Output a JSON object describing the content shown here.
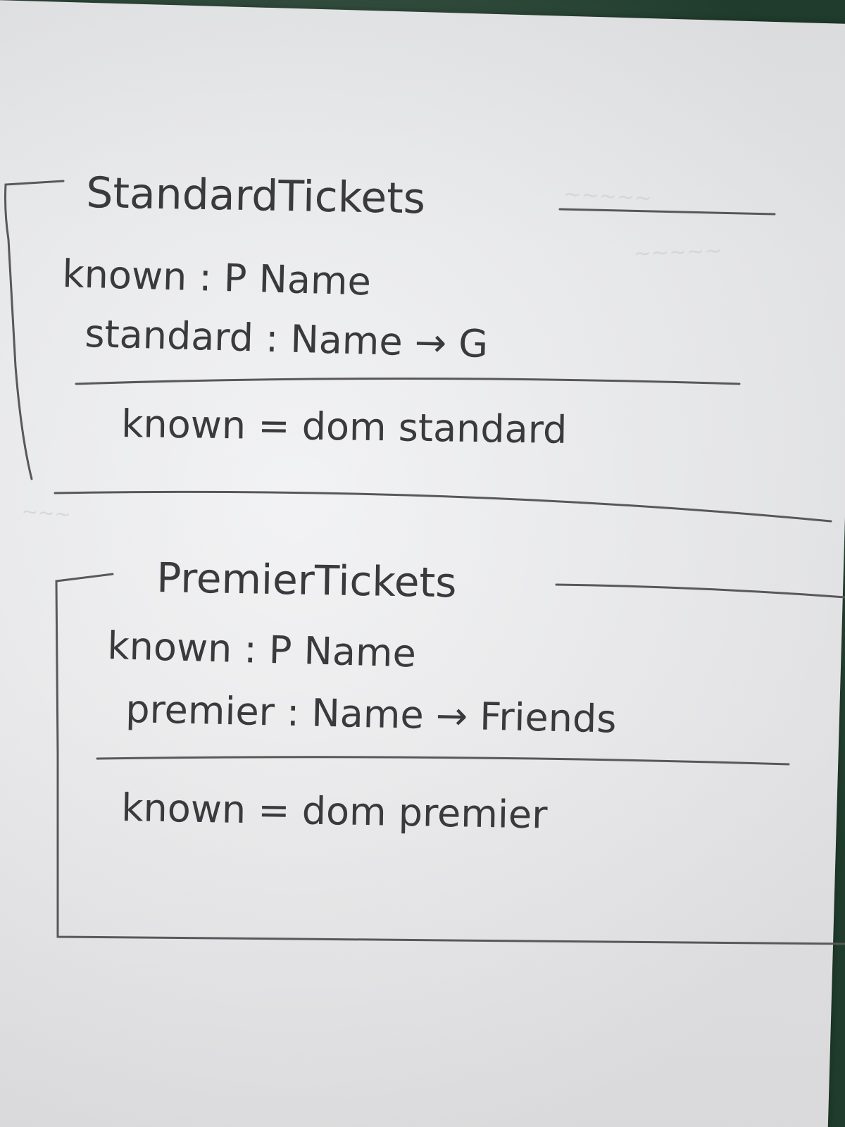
{
  "schemas": [
    {
      "title": "StandardTickets",
      "declarations": [
        "known : P Name",
        "standard : Name → G"
      ],
      "predicate": "known = dom standard"
    },
    {
      "title": "PremierTickets",
      "declarations": [
        "known : P Name",
        "premier : Name → Friends"
      ],
      "predicate": "known = dom premier"
    }
  ],
  "colors": {
    "ink": "#3a3a3c",
    "paper": "#eeeff1",
    "background": "#22402f"
  }
}
